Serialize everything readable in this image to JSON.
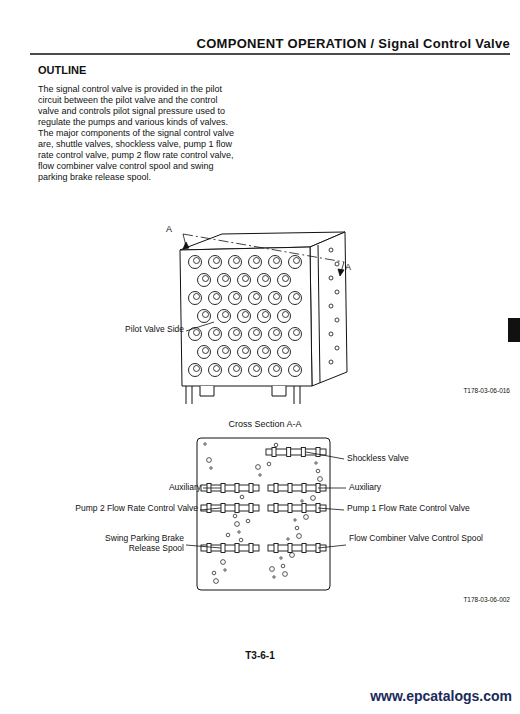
{
  "diagram": {
    "title": "COMPONENT OPERATION / Signal Control Valve",
    "labels": [
      "OUTLINE",
      "The signal control valve is provided in the pilot circuit between the pilot valve and the control valve and controls pilot signal pressure used to regulate the pumps and various kinds of valves.",
      "The major components of the signal control valve are, shuttle valves, shockless valve, pump 1 flow rate control valve, pump 2 flow rate control valve, flow combiner valve control spool and swing parking brake release spool.",
      "A",
      "A",
      "Pilot Valve Side",
      "T178-03-06-016",
      "Cross Section A-A",
      "Shockless Valve",
      "Auxiliary",
      "Auxiliary",
      "Pump 2 Flow Rate Control Valve",
      "Pump 1 Flow Rate Control Valve",
      "Swing Parking Brake Release Spool",
      "Flow Combiner Valve Control Spool",
      "T178-03-06-002",
      "T3-6-1",
      "www.epcatalogs.com"
    ]
  }
}
